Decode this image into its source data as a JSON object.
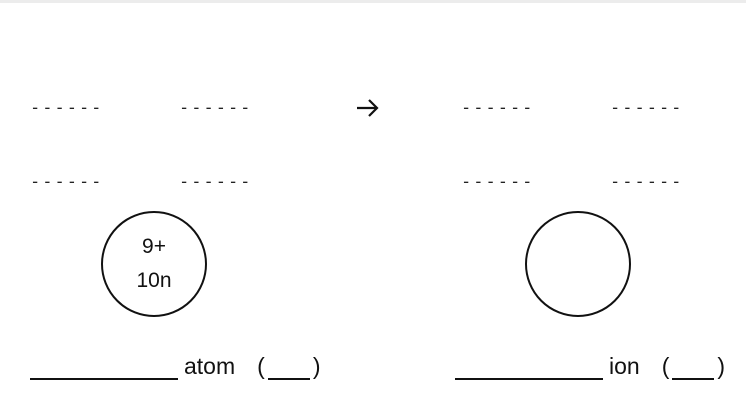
{
  "left_diagram": {
    "shell_dashes": [
      "------",
      "------",
      "------",
      "------"
    ],
    "nucleus": {
      "protons": "9+",
      "neutrons": "10n"
    },
    "caption": {
      "word": "atom",
      "open_paren": "(",
      "close_paren": ")"
    }
  },
  "arrow": {
    "icon": "right-arrow-icon"
  },
  "right_diagram": {
    "shell_dashes": [
      "------",
      "------",
      "------",
      "------"
    ],
    "nucleus": {
      "protons": "",
      "neutrons": ""
    },
    "caption": {
      "word": "ion",
      "open_paren": "(",
      "close_paren": ")"
    }
  }
}
